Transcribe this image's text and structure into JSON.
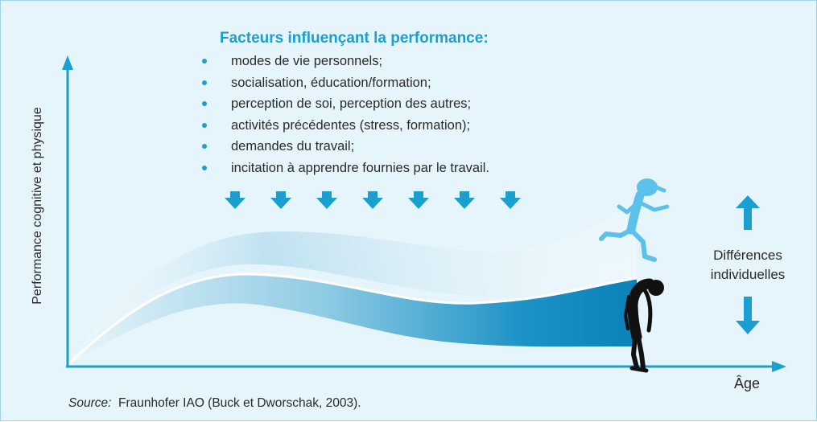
{
  "factors": {
    "title": "Facteurs influençant la performance:",
    "items": [
      "modes de vie personnels;",
      "socialisation, éducation/formation;",
      "perception de soi, perception des autres;",
      "activités précédentes (stress, formation);",
      "demandes du travail;",
      "incitation à apprendre fournies par le travail."
    ]
  },
  "axes": {
    "y_label": "Performance cognitive et physique",
    "x_label": "Âge"
  },
  "differences_label": "Différences individuelles",
  "source": {
    "prefix": "Source:",
    "text": "Fraunhofer IAO (Buck et Dworschak, 2003)."
  },
  "colors": {
    "accent": "#1a9fd0",
    "band_dark": "#0a82b8",
    "background": "#e6f5fb",
    "runner": "#5cc1ea",
    "tired_figure": "#111111"
  },
  "icons": {
    "down_arrows": "arrow-down-icon",
    "runner": "running-figure-icon",
    "tired": "exhausted-figure-icon"
  }
}
